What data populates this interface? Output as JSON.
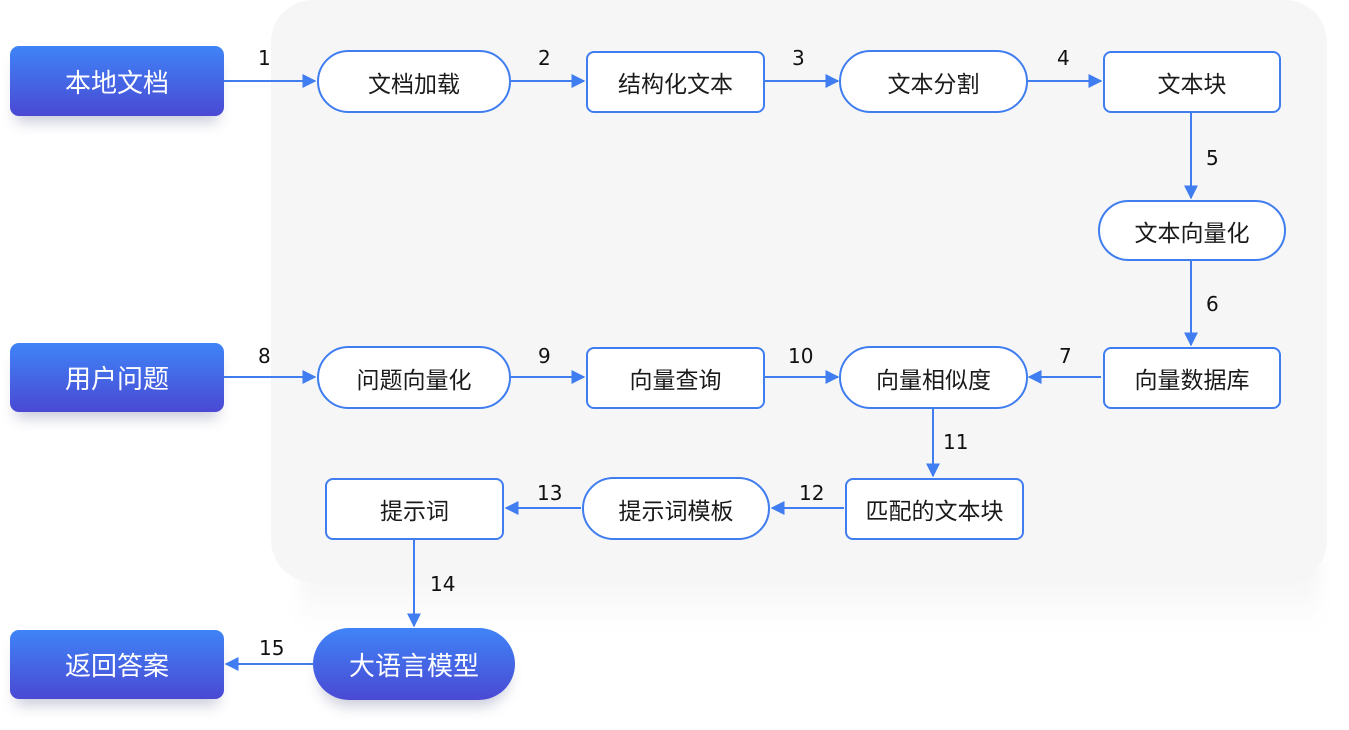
{
  "nodes": {
    "local_docs": "本地文档",
    "user_question": "用户问题",
    "return_answer": "返回答案",
    "doc_loading": "文档加载",
    "structured_text": "结构化文本",
    "text_splitting": "文本分割",
    "text_chunks": "文本块",
    "text_vectorization": "文本向量化",
    "vector_db": "向量数据库",
    "question_vectorization": "问题向量化",
    "vector_query": "向量查询",
    "vector_similarity": "向量相似度",
    "matched_chunks": "匹配的文本块",
    "prompt_template": "提示词模板",
    "prompt": "提示词",
    "llm": "大语言模型"
  },
  "steps": [
    "1",
    "2",
    "3",
    "4",
    "5",
    "6",
    "7",
    "8",
    "9",
    "10",
    "11",
    "12",
    "13",
    "14",
    "15"
  ],
  "colors": {
    "accent": "#3f7df0",
    "panel": "#f6f6f6"
  }
}
